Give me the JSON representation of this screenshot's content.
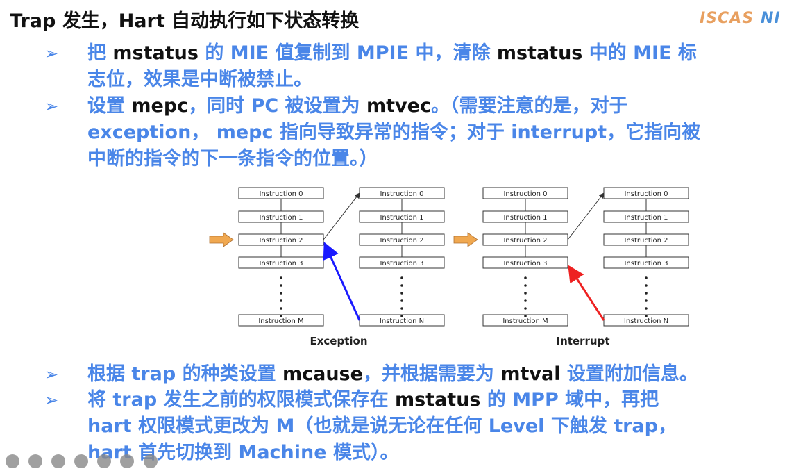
{
  "title": "Trap 发生，Hart 自动执行如下状态转换",
  "logo": {
    "left": "ISCAS",
    "right": "NI"
  },
  "bullets": [
    {
      "line1_parts": [
        "把 ",
        "mstatus",
        " 的 MIE 值复制到 MPIE 中，清除 ",
        "mstatus",
        " 中的 MIE 标"
      ],
      "line2": "志位，效果是中断被禁止。"
    },
    {
      "line1_parts": [
        "设置 ",
        "mepc",
        "，同时 PC 被设置为 ",
        "mtvec",
        "。（需要注意的是，对于"
      ],
      "line2": "exception， mepc 指向导致异常的指令；对于 interrupt，它指向被",
      "line3": "中断的指令的下一条指令的位置。）"
    },
    {
      "line1_parts": [
        "根据 trap 的种类设置 ",
        "mcause",
        "，并根据需要为 ",
        "mtval",
        " 设置附加信息。"
      ]
    },
    {
      "line1_parts": [
        "将 trap 发生之前的权限模式保存在 ",
        "mstatus",
        " 的 MPP 域中，再把"
      ],
      "line2": "hart 权限模式更改为 M（也就是说无论在任何 Level 下触发 trap，",
      "line3": "hart 首先切换到 Machine 模式）。"
    }
  ],
  "diagram": {
    "exception": {
      "caption": "Exception",
      "left": [
        "Instruction 0",
        "Instruction 1",
        "Instruction 2",
        "Instruction 3",
        "Instruction M"
      ],
      "right": [
        "Instruction 0",
        "Instruction 1",
        "Instruction 2",
        "Instruction 3",
        "Instruction N"
      ],
      "arrow_color": "#1a1aff"
    },
    "interrupt": {
      "caption": "Interrupt",
      "left": [
        "Instruction 0",
        "Instruction 1",
        "Instruction 2",
        "Instruction 3",
        "Instruction M"
      ],
      "right": [
        "Instruction 0",
        "Instruction 1",
        "Instruction 2",
        "Instruction 3",
        "Instruction N"
      ],
      "arrow_color": "#ee2222"
    },
    "pc_arrow_color": "#f0a850"
  },
  "toolbar_icons": [
    "prev-icon",
    "next-icon",
    "pen-icon",
    "eraser-icon",
    "grid-icon",
    "screen-icon",
    "more-icon"
  ]
}
